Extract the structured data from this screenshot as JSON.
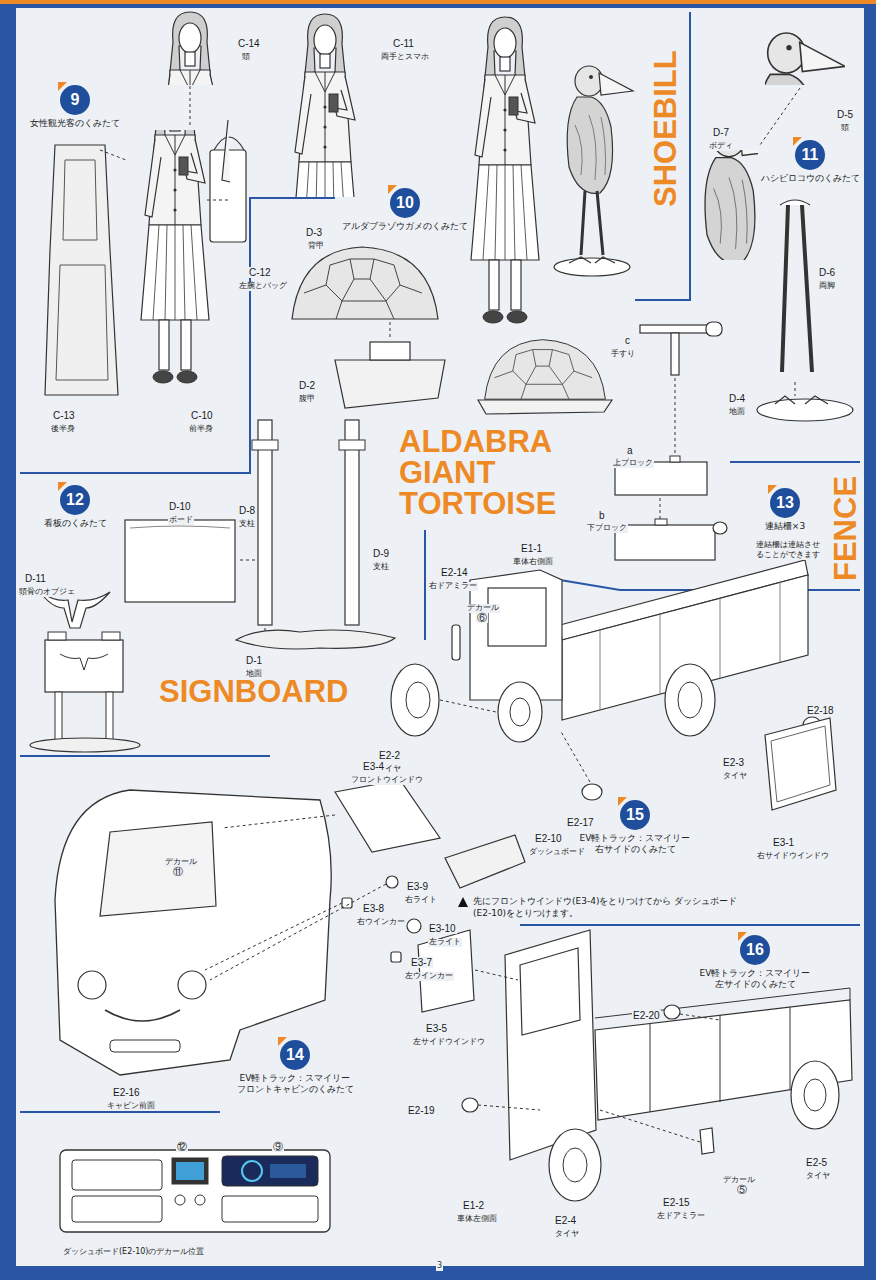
{
  "diagram": {
    "nodes": [
      {
        "text": [
          "9",
          "女性観光客のくみたて"
        ]
      },
      {
        "text": [
          "10",
          "アルダブラゾウガメのくみたて"
        ]
      },
      {
        "text": [
          "11",
          "ハシビロコウのくみたて"
        ]
      },
      {
        "text": [
          "12",
          "看板のくみたて"
        ]
      },
      {
        "text": [
          "13",
          "連結柵×3"
        ]
      },
      {
        "text": [
          "14",
          "EV軽トラック：スマイリー フロントキャビンのくみたて"
        ]
      },
      {
        "text": [
          "15",
          "EV軽トラック：スマイリー 右サイドのくみたて"
        ]
      },
      {
        "text": [
          "16",
          "EV軽トラック：スマイリー 左サイドのくみたて"
        ]
      }
    ],
    "labels": [
      "C-14",
      "頭",
      "C-11",
      "両手とスマホ",
      "C-12",
      "左腕とバッグ",
      "C-13",
      "後半身",
      "C-10",
      "前半身",
      "SHOEBILL",
      "D-5",
      "頭",
      "D-7",
      "ボディ",
      "D-6",
      "両脚",
      "D-4",
      "地面",
      "D-3",
      "背甲",
      "D-2",
      "腹甲",
      "ALDABRA GIANT TORTOISE",
      "c",
      "手すり",
      "a",
      "上ブロック",
      "b",
      "下ブロック",
      "FENCE",
      "連結柵は連結させることができます",
      "D-10",
      "ボード",
      "D-8",
      "支柱",
      "D-11",
      "頭骨のオブジェ",
      "D-9",
      "支柱",
      "D-1",
      "地面",
      "SIGNBOARD",
      "E1-1",
      "車体右側面",
      "E2-14",
      "右ドアミラー",
      "デカール",
      "⑥",
      "E2-2",
      "タイヤ",
      "E2-18",
      "E2-3",
      "タイヤ",
      "E2-17",
      "E3-1",
      "右サイドウインドウ",
      "E3-4",
      "フロントウインドウ",
      "デカール",
      "⑪",
      "E2-10",
      "ダッシュボード",
      "E3-9",
      "右ライト",
      "E3-8",
      "右ウインカー",
      "E3-10",
      "左ライト",
      "E3-7",
      "左ウインカー",
      "先にフロントウインドウ(E3-4)をとりつけてから ダッシュボード(E2-10)をとりつけます。",
      "E2-16",
      "キャビン前面",
      "⑫",
      "⑨",
      "ダッシュボード(E2-10)のデカール位置",
      "E2-20",
      "E3-5",
      "左サイドウインドウ",
      "E2-19",
      "E1-2",
      "車体左側面",
      "E2-15",
      "左ドアミラー",
      "デカール",
      "⑤",
      "E2-4",
      "タイヤ",
      "E2-5",
      "タイヤ",
      "3"
    ]
  }
}
